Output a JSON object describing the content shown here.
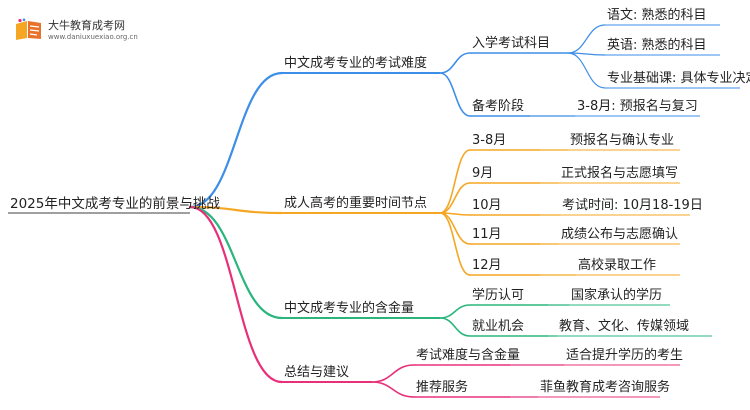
{
  "brand": {
    "name": "大牛教育成考网",
    "url": "www.daniuxuexiao.org.cn"
  },
  "colors": {
    "blue": "#3d8ee8",
    "orange": "#f5a623",
    "green": "#2ab57d",
    "pink": "#e8307a"
  },
  "root": "2025年中文成考专业的前景与挑战",
  "branches": [
    {
      "label": "中文成考专业的考试难度",
      "color": "blue",
      "children": [
        {
          "label": "入学考试科目",
          "children": [
            "语文: 熟悉的科目",
            "英语: 熟悉的科目",
            "专业基础课: 具体专业决定"
          ]
        },
        {
          "label": "备考阶段",
          "children": [
            "3-8月: 预报名与复习"
          ]
        }
      ]
    },
    {
      "label": "成人高考的重要时间节点",
      "color": "orange",
      "children": [
        {
          "label": "3-8月",
          "children": [
            "预报名与确认专业"
          ]
        },
        {
          "label": "9月",
          "children": [
            "正式报名与志愿填写"
          ]
        },
        {
          "label": "10月",
          "children": [
            "考试时间: 10月18-19日"
          ]
        },
        {
          "label": "11月",
          "children": [
            "成绩公布与志愿确认"
          ]
        },
        {
          "label": "12月",
          "children": [
            "高校录取工作"
          ]
        }
      ]
    },
    {
      "label": "中文成考专业的含金量",
      "color": "green",
      "children": [
        {
          "label": "学历认可",
          "children": [
            "国家承认的学历"
          ]
        },
        {
          "label": "就业机会",
          "children": [
            "教育、文化、传媒领域"
          ]
        }
      ]
    },
    {
      "label": "总结与建议",
      "color": "pink",
      "children": [
        {
          "label": "考试难度与含金量",
          "children": [
            "适合提升学历的考生"
          ]
        },
        {
          "label": "推荐服务",
          "children": [
            "菲鱼教育成考咨询服务"
          ]
        }
      ]
    }
  ]
}
